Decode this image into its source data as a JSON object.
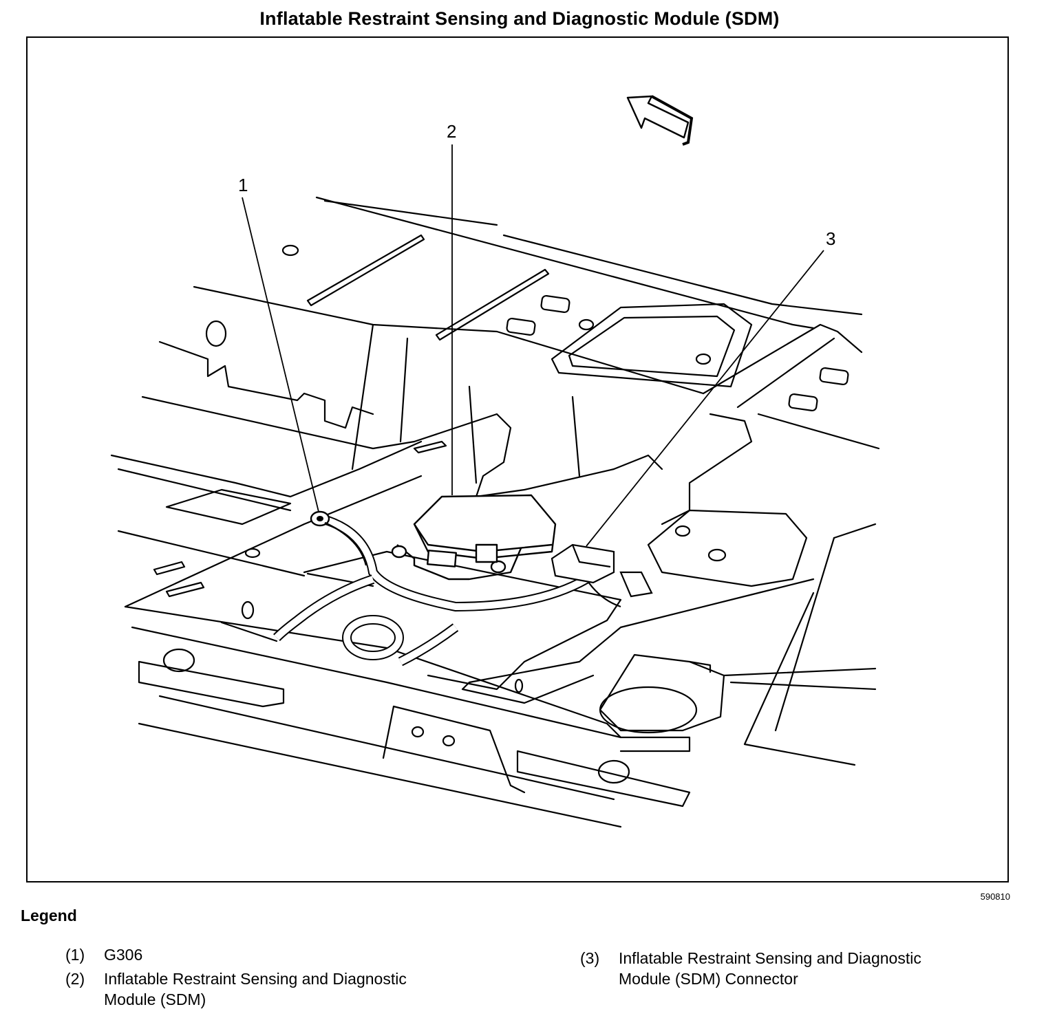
{
  "title": "Inflatable Restraint Sensing and Diagnostic Module (SDM)",
  "figure_id": "590810",
  "callouts": [
    "1",
    "2",
    "3"
  ],
  "legend": {
    "heading": "Legend",
    "items": [
      {
        "num": "(1)",
        "text_line1": "G306",
        "text_line2": ""
      },
      {
        "num": "(2)",
        "text_line1": "Inflatable Restraint Sensing and Diagnostic",
        "text_line2": "Module (SDM)"
      },
      {
        "num": "(3)",
        "text_line1": "Inflatable Restraint Sensing and Diagnostic",
        "text_line2": "Module (SDM) Connector"
      }
    ]
  },
  "icons": {
    "direction_arrow": "front-direction-arrow-icon"
  }
}
